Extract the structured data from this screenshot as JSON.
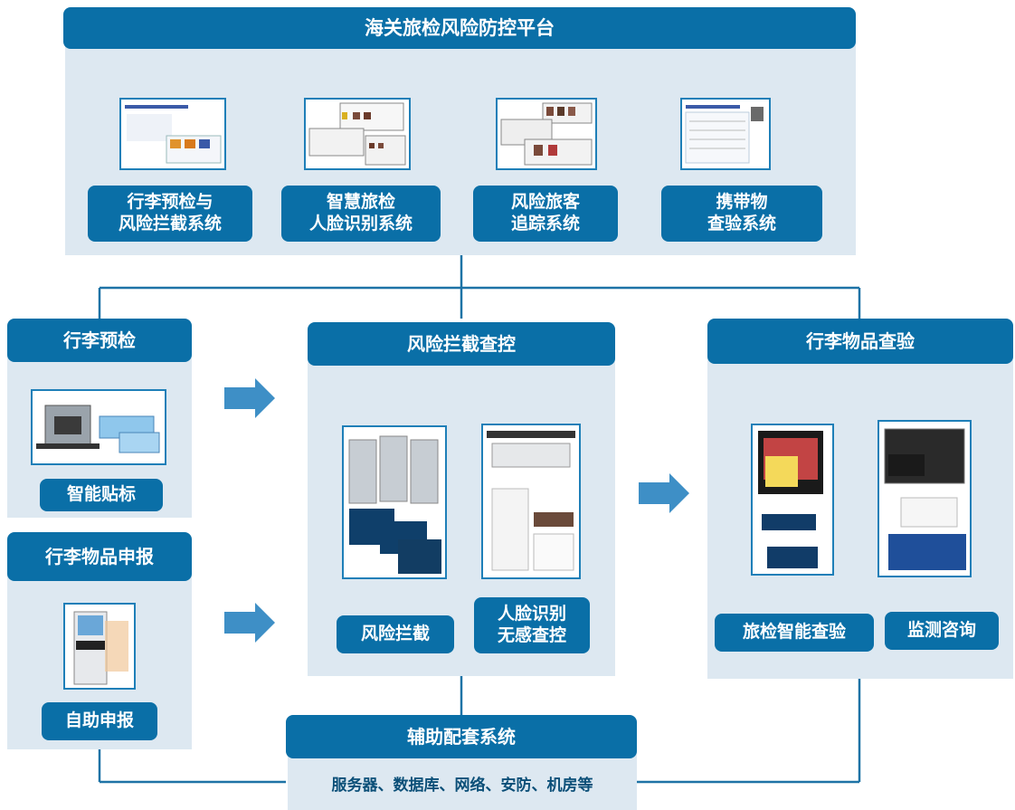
{
  "platform": {
    "title": "海关旅检风险防控平台",
    "systems": [
      {
        "label": "行李预检与\n风险拦截系统"
      },
      {
        "label": "智慧旅检\n人脸识别系统"
      },
      {
        "label": "风险旅客\n追踪系统"
      },
      {
        "label": "携带物\n查验系统"
      }
    ]
  },
  "left_top": {
    "title": "行李预检",
    "button": "智能贴标"
  },
  "left_bottom": {
    "title": "行李物品申报",
    "button": "自助申报"
  },
  "center": {
    "title": "风险拦截查控",
    "button_left": "风险拦截",
    "button_right": "人脸识别\n无感查控"
  },
  "right": {
    "title": "行李物品查验",
    "button_left": "旅检智能查验",
    "button_right": "监测咨询"
  },
  "support": {
    "title": "辅助配套系统",
    "details": "服务器、数据库、网络、安防、机房等"
  },
  "colors": {
    "header": "#0a6fa7",
    "panel": "#dde8f1",
    "line": "#1e73a6",
    "arrow": "#3e8fc6"
  }
}
